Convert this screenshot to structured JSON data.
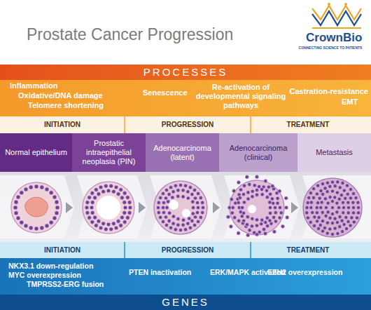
{
  "diagram": {
    "title": "Prostate Cancer Progression",
    "nodes": [
      {
        "text": [
          "PROCESSES"
        ]
      },
      {
        "text": [
          "Normal epithelium"
        ]
      },
      {
        "text": [
          "Prostatic intraepithelial neoplasia (PIN)"
        ]
      },
      {
        "text": [
          "Adenocarcinoma (latent)"
        ]
      },
      {
        "text": [
          "Adenocarcinoma (clinical)"
        ]
      },
      {
        "text": [
          "Metastasis"
        ]
      },
      {
        "text": [
          "GENES"
        ]
      }
    ],
    "labels": [
      "CrownBio",
      "CONNECTING SCIENCE TO PATIENTS",
      "Inflammation",
      "Oxidative/DNA damage",
      "Telomere shortening",
      "Senescence",
      "Re-activation of developmental signaling pathways",
      "Castration-resistance",
      "EMT",
      "INITIATION",
      "PROGRESSION",
      "TREATMENT",
      "INITIATION",
      "PROGRESSION",
      "TREATMENT",
      "NKX3.1 down-regulation",
      "MYC overexpression",
      "TMPRSS2-ERG fusion",
      "PTEN inactivation",
      "ERK/MAPK activation",
      "EZH2 overexpression"
    ]
  }
}
